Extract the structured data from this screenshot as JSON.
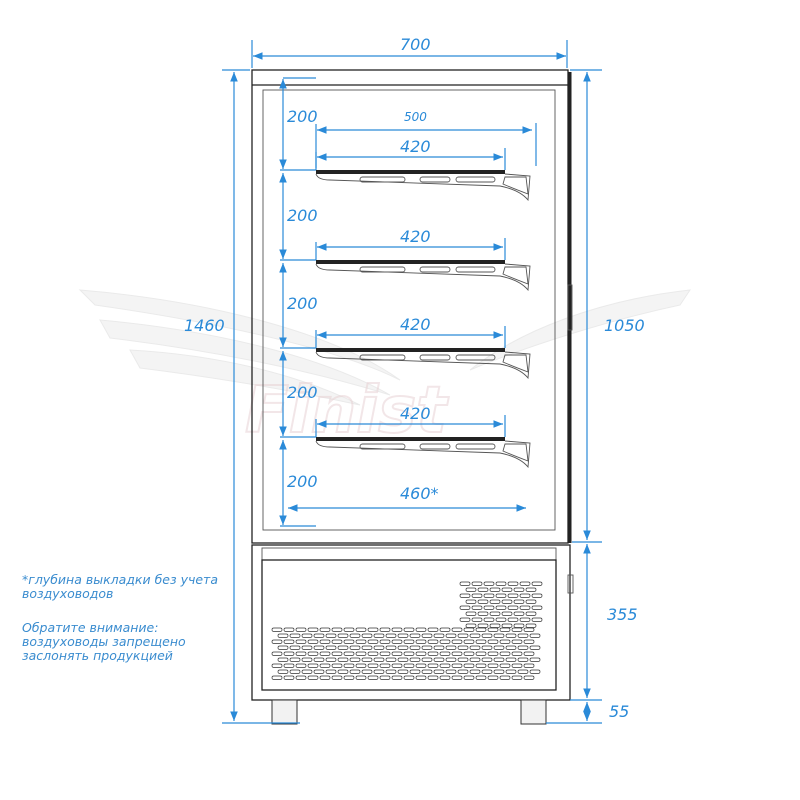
{
  "dimensions": {
    "width_total": "700",
    "height_total": "1460",
    "height_display": "1050",
    "height_base": "355",
    "height_feet": "55",
    "shelf_depth_top": "500",
    "shelf_widths": [
      "420",
      "420",
      "420",
      "420"
    ],
    "shelf_spacing": [
      "200",
      "200",
      "200",
      "200",
      "200"
    ],
    "bottom_depth": "460*"
  },
  "notes": {
    "footnote_line1": "*глубина выкладки без учета",
    "footnote_line2": "воздуховодов",
    "warning_line1": "Обратите внимание:",
    "warning_line2": "воздуховоды запрещено",
    "warning_line3": "заслонять продукцией"
  },
  "watermark": "Finist",
  "colors": {
    "dimension": "#2a8ad8",
    "outline": "#222222"
  }
}
